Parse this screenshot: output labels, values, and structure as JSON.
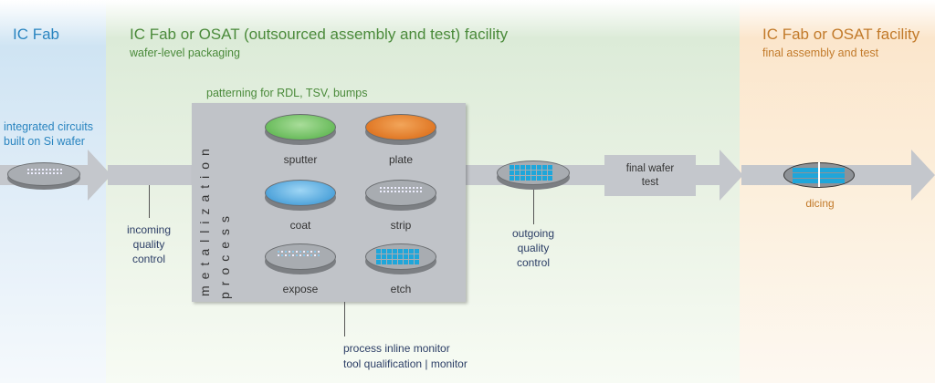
{
  "zones": {
    "fab": {
      "title": "IC Fab",
      "color": "#2a85c0"
    },
    "wlp": {
      "title": "IC Fab or OSAT (outsourced assembly and test) facility",
      "subtitle": "wafer-level packaging",
      "color": "#4a8a3a"
    },
    "fat": {
      "title": "IC Fab or OSAT facility",
      "subtitle": "final assembly and test",
      "color": "#c27a2a"
    }
  },
  "input_label": "integrated circuits\nbuilt on Si wafer",
  "incoming_qc": "incoming\nquality\ncontrol",
  "patterning_label": "patterning for RDL, TSV, bumps",
  "process_box": {
    "vertical_label_1": "metallization",
    "vertical_label_2": "process",
    "steps": [
      {
        "label": "sputter",
        "color": "#5cb84e"
      },
      {
        "label": "plate",
        "color": "#e0731a"
      },
      {
        "label": "coat",
        "color": "#3a9ad8"
      },
      {
        "label": "strip",
        "color": "#a8acb1"
      },
      {
        "label": "expose",
        "color": "#a8acb1"
      },
      {
        "label": "etch",
        "color": "#1fa6da"
      }
    ]
  },
  "inline_monitor": {
    "line1": "process inline monitor",
    "line2": "tool qualification  |  monitor"
  },
  "outgoing_qc": "outgoing\nquality\ncontrol",
  "final_test": "final wafer\ntest",
  "dicing": "dicing"
}
